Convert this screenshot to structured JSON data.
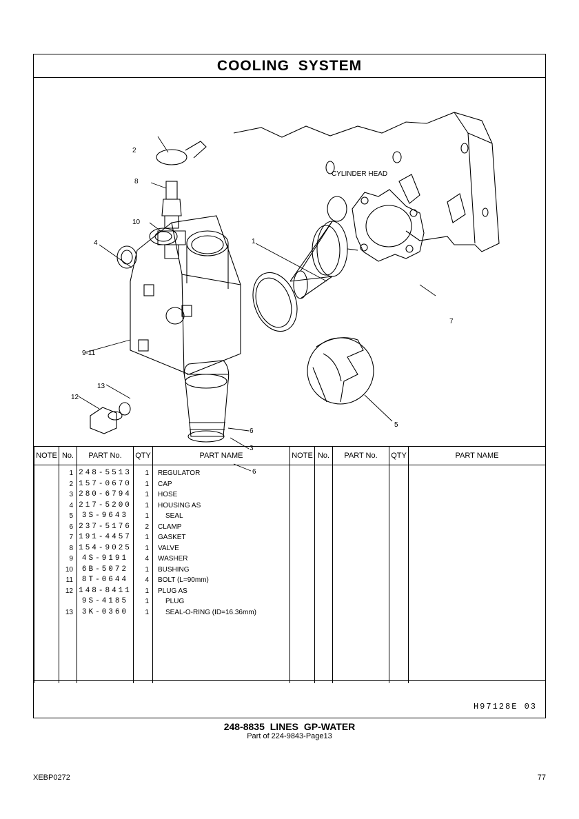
{
  "title": "COOLING   SYSTEM",
  "diagram": {
    "cylinder_head_label": "CYLINDER HEAD",
    "callouts": [
      "1",
      "2",
      "3",
      "4",
      "5",
      "6",
      "6",
      "7",
      "8",
      "9-11",
      "10",
      "12",
      "13"
    ]
  },
  "table": {
    "headers": {
      "note": "NOTE",
      "no": "No.",
      "part_no": "PART No.",
      "qty": "QTY",
      "part_name": "PART NAME"
    },
    "rows": [
      {
        "no": "1",
        "part_no": "248-5513",
        "qty": "1",
        "name": "REGULATOR",
        "indent": 0
      },
      {
        "no": "2",
        "part_no": "157-0670",
        "qty": "1",
        "name": "CAP",
        "indent": 0
      },
      {
        "no": "3",
        "part_no": "280-6794",
        "qty": "1",
        "name": "HOSE",
        "indent": 0
      },
      {
        "no": "4",
        "part_no": "217-5200",
        "qty": "1",
        "name": "HOUSING  AS",
        "indent": 0
      },
      {
        "no": "5",
        "part_no": "3S-9643",
        "qty": "1",
        "name": "SEAL",
        "indent": 1
      },
      {
        "no": "6",
        "part_no": "237-5176",
        "qty": "2",
        "name": "CLAMP",
        "indent": 0
      },
      {
        "no": "7",
        "part_no": "191-4457",
        "qty": "1",
        "name": "GASKET",
        "indent": 0
      },
      {
        "no": "8",
        "part_no": "154-9025",
        "qty": "1",
        "name": "VALVE",
        "indent": 0
      },
      {
        "no": "9",
        "part_no": "4S-9191",
        "qty": "4",
        "name": "WASHER",
        "indent": 0
      },
      {
        "no": "10",
        "part_no": "6B-5072",
        "qty": "1",
        "name": "BUSHING",
        "indent": 0
      },
      {
        "no": "11",
        "part_no": "8T-0644",
        "qty": "4",
        "name": "BOLT (L=90mm)",
        "indent": 0
      },
      {
        "no": "12",
        "part_no": "148-8411",
        "qty": "1",
        "name": "PLUG  AS",
        "indent": 0
      },
      {
        "no": "",
        "part_no": "9S-4185",
        "qty": "1",
        "name": "PLUG",
        "indent": 1
      },
      {
        "no": "13",
        "part_no": "3K-0360",
        "qty": "1",
        "name": "SEAL-O-RING (ID=16.36mm)",
        "indent": 1
      }
    ]
  },
  "illustration_code": "H97128E   03",
  "caption": "248-8835  LINES GP-WATER",
  "subcaption": "Part of 224-9843-Page13",
  "publication_no": "XEBP0272",
  "page_number": "77"
}
